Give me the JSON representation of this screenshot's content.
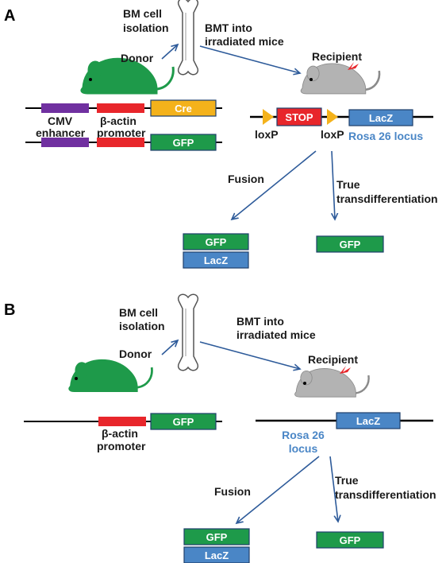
{
  "panel_a": {
    "letter": "A",
    "bm_isolation": [
      "BM cell",
      "isolation"
    ],
    "bmt": [
      "BMT into",
      "irradiated mice"
    ],
    "donor": "Donor",
    "recipient": "Recipient",
    "cmv": [
      "CMV",
      "enhancer"
    ],
    "bactin": [
      "β-actin",
      "promoter"
    ],
    "cre": "Cre",
    "gfp_construct": "GFP",
    "stop": "STOP",
    "loxp_left": "loxP",
    "loxp_right": "loxP",
    "lacz_construct": "LacZ",
    "rosa": "Rosa 26 locus",
    "fusion": "Fusion",
    "true_td": [
      "True",
      "transdifferentiation"
    ],
    "fusion_gfp": "GFP",
    "fusion_lacz": "LacZ",
    "td_gfp": "GFP"
  },
  "panel_b": {
    "letter": "B",
    "bm_isolation": [
      "BM cell",
      "isolation"
    ],
    "bmt": [
      "BMT into",
      "irradiated mice"
    ],
    "donor": "Donor",
    "recipient": "Recipient",
    "bactin": [
      "β-actin",
      "promoter"
    ],
    "gfp_construct": "GFP",
    "lacz_construct": "LacZ",
    "rosa": [
      "Rosa 26",
      "locus"
    ],
    "fusion": "Fusion",
    "true_td": [
      "True",
      "transdifferentiation"
    ],
    "fusion_gfp": "GFP",
    "fusion_lacz": "LacZ",
    "td_gfp": "GFP"
  },
  "colors": {
    "green": "#1e9a4a",
    "red": "#e8262b",
    "purple": "#7030a0",
    "orange": "#f4b21b",
    "blue": "#4a86c6",
    "arrow": "#2e5b9a",
    "mouse_grey": "#b3b3b3",
    "mouse_green": "#1e9a4a"
  }
}
